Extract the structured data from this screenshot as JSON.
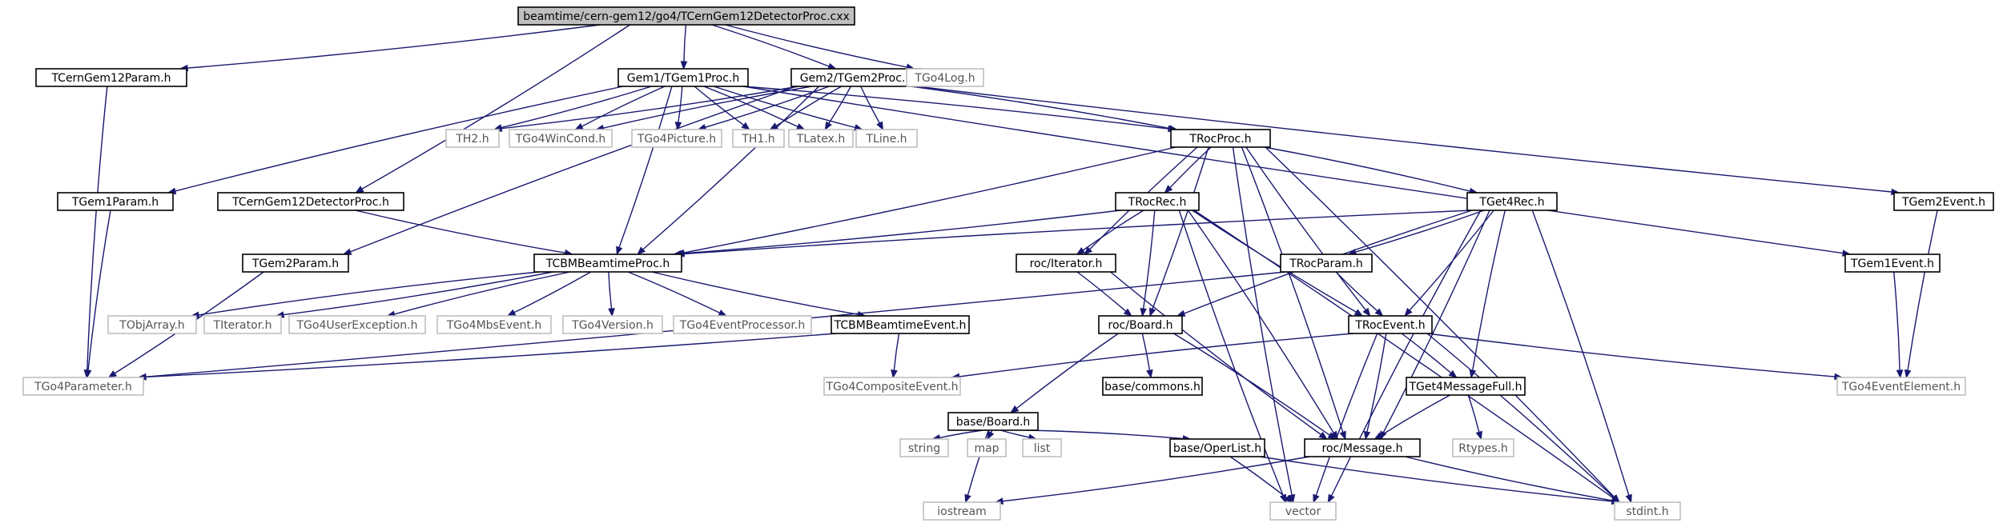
{
  "diagram": {
    "nodes": [
      {
        "id": "main",
        "label": "beamtime/cern-gem12/go4/TCernGem12DetectorProc.cxx",
        "style": "focus"
      },
      {
        "id": "cernparam",
        "label": "TCernGem12Param.h",
        "style": "doc"
      },
      {
        "id": "gem1proc",
        "label": "Gem1/TGem1Proc.h",
        "style": "doc"
      },
      {
        "id": "gem2proc",
        "label": "Gem2/TGem2Proc.h",
        "style": "doc"
      },
      {
        "id": "go4log",
        "label": "TGo4Log.h",
        "style": "ext"
      },
      {
        "id": "th2",
        "label": "TH2.h",
        "style": "ext"
      },
      {
        "id": "go4wincond",
        "label": "TGo4WinCond.h",
        "style": "ext"
      },
      {
        "id": "go4picture",
        "label": "TGo4Picture.h",
        "style": "ext"
      },
      {
        "id": "th1",
        "label": "TH1.h",
        "style": "ext"
      },
      {
        "id": "tlatex",
        "label": "TLatex.h",
        "style": "ext"
      },
      {
        "id": "tline",
        "label": "TLine.h",
        "style": "ext"
      },
      {
        "id": "rocproc",
        "label": "TRocProc.h",
        "style": "doc"
      },
      {
        "id": "gem1param",
        "label": "TGem1Param.h",
        "style": "doc"
      },
      {
        "id": "cerndetproc",
        "label": "TCernGem12DetectorProc.h",
        "style": "doc"
      },
      {
        "id": "rocrec",
        "label": "TRocRec.h",
        "style": "doc"
      },
      {
        "id": "get4rec",
        "label": "TGet4Rec.h",
        "style": "doc"
      },
      {
        "id": "gem2event",
        "label": "TGem2Event.h",
        "style": "doc"
      },
      {
        "id": "gem2param",
        "label": "TGem2Param.h",
        "style": "doc"
      },
      {
        "id": "cbmproc",
        "label": "TCBMBeamtimeProc.h",
        "style": "doc"
      },
      {
        "id": "rociter",
        "label": "roc/Iterator.h",
        "style": "doc"
      },
      {
        "id": "rocparam",
        "label": "TRocParam.h",
        "style": "doc"
      },
      {
        "id": "gem1event",
        "label": "TGem1Event.h",
        "style": "doc"
      },
      {
        "id": "tobjarray",
        "label": "TObjArray.h",
        "style": "ext"
      },
      {
        "id": "titerator",
        "label": "TIterator.h",
        "style": "ext"
      },
      {
        "id": "go4userexc",
        "label": "TGo4UserException.h",
        "style": "ext"
      },
      {
        "id": "go4mbsevent",
        "label": "TGo4MbsEvent.h",
        "style": "ext"
      },
      {
        "id": "go4version",
        "label": "TGo4Version.h",
        "style": "ext"
      },
      {
        "id": "go4eventproc",
        "label": "TGo4EventProcessor.h",
        "style": "ext"
      },
      {
        "id": "cbmevent",
        "label": "TCBMBeamtimeEvent.h",
        "style": "doc"
      },
      {
        "id": "rocboard",
        "label": "roc/Board.h",
        "style": "doc"
      },
      {
        "id": "rocevent",
        "label": "TRocEvent.h",
        "style": "doc"
      },
      {
        "id": "go4parameter",
        "label": "TGo4Parameter.h",
        "style": "ext"
      },
      {
        "id": "go4composite",
        "label": "TGo4CompositeEvent.h",
        "style": "ext"
      },
      {
        "id": "basecommons",
        "label": "base/commons.h",
        "style": "doc"
      },
      {
        "id": "get4msgfull",
        "label": "TGet4MessageFull.h",
        "style": "doc"
      },
      {
        "id": "go4eventelem",
        "label": "TGo4EventElement.h",
        "style": "ext"
      },
      {
        "id": "baseboard",
        "label": "base/Board.h",
        "style": "doc"
      },
      {
        "id": "string",
        "label": "string",
        "style": "ext"
      },
      {
        "id": "map",
        "label": "map",
        "style": "ext"
      },
      {
        "id": "list",
        "label": "list",
        "style": "ext"
      },
      {
        "id": "baseoperlist",
        "label": "base/OperList.h",
        "style": "doc"
      },
      {
        "id": "rocmessage",
        "label": "roc/Message.h",
        "style": "doc"
      },
      {
        "id": "rtypes",
        "label": "Rtypes.h",
        "style": "ext"
      },
      {
        "id": "iostream",
        "label": "iostream",
        "style": "ext"
      },
      {
        "id": "vector",
        "label": "vector",
        "style": "ext"
      },
      {
        "id": "stdint",
        "label": "stdint.h",
        "style": "ext"
      }
    ],
    "edges": [
      [
        "main",
        "cernparam"
      ],
      [
        "main",
        "gem1proc"
      ],
      [
        "main",
        "gem2proc"
      ],
      [
        "main",
        "go4log"
      ],
      [
        "main",
        "cerndetproc"
      ],
      [
        "cernparam",
        "go4parameter"
      ],
      [
        "gem1proc",
        "th2"
      ],
      [
        "gem1proc",
        "go4wincond"
      ],
      [
        "gem1proc",
        "go4picture"
      ],
      [
        "gem1proc",
        "th1"
      ],
      [
        "gem1proc",
        "tlatex"
      ],
      [
        "gem1proc",
        "tline"
      ],
      [
        "gem1proc",
        "rocproc"
      ],
      [
        "gem1proc",
        "gem1param"
      ],
      [
        "gem1proc",
        "cbmproc"
      ],
      [
        "gem1proc",
        "gem1event"
      ],
      [
        "gem2proc",
        "th2"
      ],
      [
        "gem2proc",
        "go4wincond"
      ],
      [
        "gem2proc",
        "go4picture"
      ],
      [
        "gem2proc",
        "th1"
      ],
      [
        "gem2proc",
        "tlatex"
      ],
      [
        "gem2proc",
        "tline"
      ],
      [
        "gem2proc",
        "rocproc"
      ],
      [
        "gem2proc",
        "gem2param"
      ],
      [
        "gem2proc",
        "cbmproc"
      ],
      [
        "gem2proc",
        "gem2event"
      ],
      [
        "rocproc",
        "cbmproc"
      ],
      [
        "rocproc",
        "rocrec"
      ],
      [
        "rocproc",
        "get4rec"
      ],
      [
        "rocproc",
        "rociter"
      ],
      [
        "rocproc",
        "rocboard"
      ],
      [
        "rocproc",
        "rocevent"
      ],
      [
        "rocproc",
        "rocmessage"
      ],
      [
        "rocproc",
        "vector"
      ],
      [
        "rocproc",
        "stdint"
      ],
      [
        "gem1param",
        "go4parameter"
      ],
      [
        "gem2param",
        "go4parameter"
      ],
      [
        "cerndetproc",
        "cbmproc"
      ],
      [
        "rocrec",
        "cbmproc"
      ],
      [
        "rocrec",
        "rociter"
      ],
      [
        "rocrec",
        "rocboard"
      ],
      [
        "rocrec",
        "rocevent"
      ],
      [
        "rocrec",
        "rocmessage"
      ],
      [
        "rocrec",
        "vector"
      ],
      [
        "rocrec",
        "stdint"
      ],
      [
        "get4rec",
        "cbmproc"
      ],
      [
        "get4rec",
        "rocparam"
      ],
      [
        "get4rec",
        "rocboard"
      ],
      [
        "get4rec",
        "rocevent"
      ],
      [
        "get4rec",
        "get4msgfull"
      ],
      [
        "get4rec",
        "rocmessage"
      ],
      [
        "get4rec",
        "vector"
      ],
      [
        "get4rec",
        "stdint"
      ],
      [
        "gem2event",
        "go4eventelem"
      ],
      [
        "gem1event",
        "go4eventelem"
      ],
      [
        "cbmproc",
        "tobjarray"
      ],
      [
        "cbmproc",
        "titerator"
      ],
      [
        "cbmproc",
        "go4userexc"
      ],
      [
        "cbmproc",
        "go4mbsevent"
      ],
      [
        "cbmproc",
        "go4version"
      ],
      [
        "cbmproc",
        "go4eventproc"
      ],
      [
        "cbmproc",
        "cbmevent"
      ],
      [
        "cbmevent",
        "go4parameter"
      ],
      [
        "cbmevent",
        "go4composite"
      ],
      [
        "rociter",
        "rocboard"
      ],
      [
        "rociter",
        "rocmessage"
      ],
      [
        "rocparam",
        "go4parameter"
      ],
      [
        "rocparam",
        "rocevent"
      ],
      [
        "rocboard",
        "basecommons"
      ],
      [
        "rocboard",
        "baseboard"
      ],
      [
        "rocboard",
        "rocmessage"
      ],
      [
        "rocevent",
        "go4composite"
      ],
      [
        "rocevent",
        "get4msgfull"
      ],
      [
        "rocevent",
        "go4eventelem"
      ],
      [
        "rocevent",
        "rocmessage"
      ],
      [
        "rocevent",
        "vector"
      ],
      [
        "rocevent",
        "stdint"
      ],
      [
        "get4msgfull",
        "rocmessage"
      ],
      [
        "get4msgfull",
        "rtypes"
      ],
      [
        "baseboard",
        "string"
      ],
      [
        "baseboard",
        "map"
      ],
      [
        "baseboard",
        "list"
      ],
      [
        "baseboard",
        "baseoperlist"
      ],
      [
        "baseboard",
        "iostream"
      ],
      [
        "baseoperlist",
        "vector"
      ],
      [
        "baseoperlist",
        "stdint"
      ],
      [
        "rocmessage",
        "iostream"
      ],
      [
        "rocmessage",
        "stdint"
      ]
    ]
  }
}
